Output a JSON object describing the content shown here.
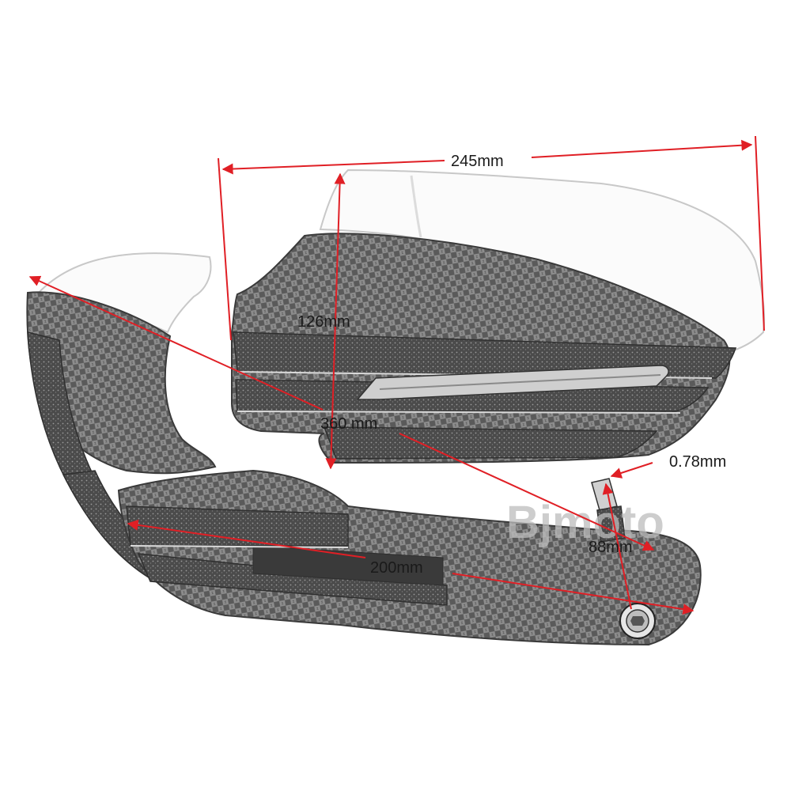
{
  "colors": {
    "dimension_line": "#e01f25",
    "label_text": "#1a1a1a",
    "carbon_dark": "#4a4a4a",
    "carbon_light": "#9a9a9a",
    "shield_outline": "#c8c8c8",
    "watermark": "#bcbcbc"
  },
  "watermark": {
    "brand": "Bjmoto"
  },
  "dimensions": {
    "width_top": "245mm",
    "height": "126mm",
    "diagonal": "360 mm",
    "bar_length": "200mm",
    "mount_width": "88mm",
    "clamp_thickness": "0.78mm"
  },
  "icons": {
    "left_guard": "handguard-left-icon",
    "right_guard": "handguard-right-icon",
    "mounting_bolt": "hex-bolt-icon"
  }
}
